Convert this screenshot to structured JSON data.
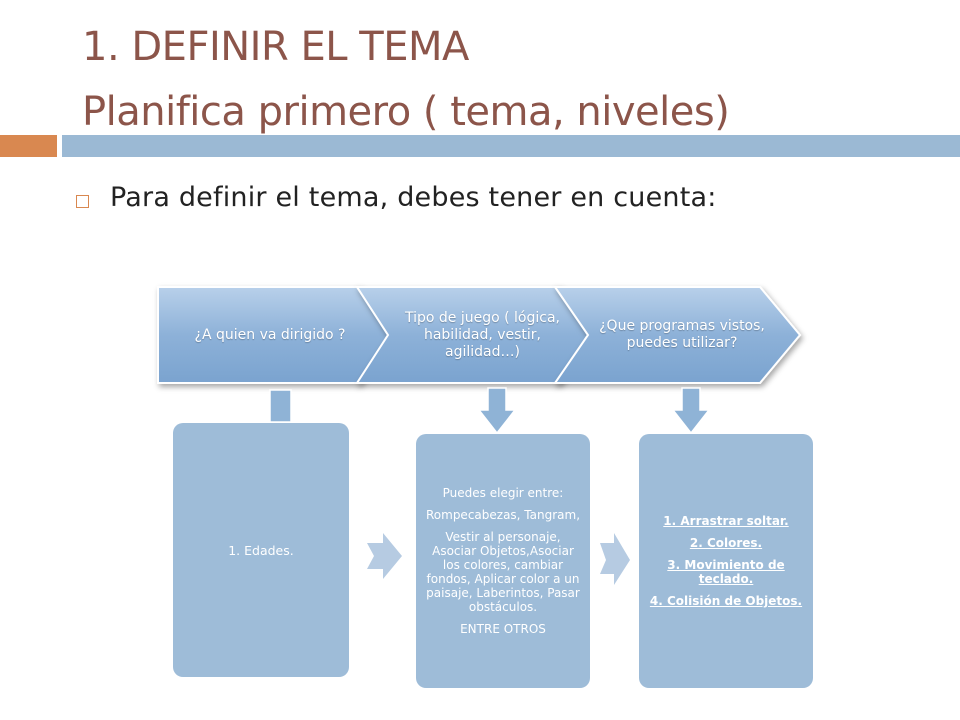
{
  "title": {
    "line1": "1. DEFINIR EL TEMA",
    "line2": "Planifica primero ( tema, niveles)"
  },
  "bullet": {
    "text": "Para definir el tema, debes tener en cuenta:"
  },
  "process": {
    "steps": [
      {
        "label": "¿A quien va dirigido ?"
      },
      {
        "label": "Tipo de juego ( lógica, habilidad, vestir, agilidad…)"
      },
      {
        "label": "¿Que programas vistos, puedes utilizar?"
      }
    ]
  },
  "boxes": {
    "edades": {
      "text": "1. Edades."
    },
    "juegos": {
      "intro": "Puedes elegir entre:",
      "line1": "Rompecabezas, Tangram,",
      "line2": "Vestir al personaje, Asociar Objetos,Asociar los colores, cambiar fondos, Aplicar color a un paisaje, Laberintos, Pasar obstáculos.",
      "footer": "ENTRE OTROS"
    },
    "programas": {
      "items": [
        "1. Arrastrar soltar.",
        "2. Colores.",
        "3. Movimiento de teclado.",
        "4. Colisión de Objetos."
      ]
    }
  },
  "colors": {
    "title": "#8c554a",
    "accent_orange": "#d98850",
    "accent_blue": "#9bb9d4",
    "chevron_fill": "#8fb3d6",
    "box_fill": "#9ebcd8",
    "arrow_fill": "#b6cbe2"
  }
}
